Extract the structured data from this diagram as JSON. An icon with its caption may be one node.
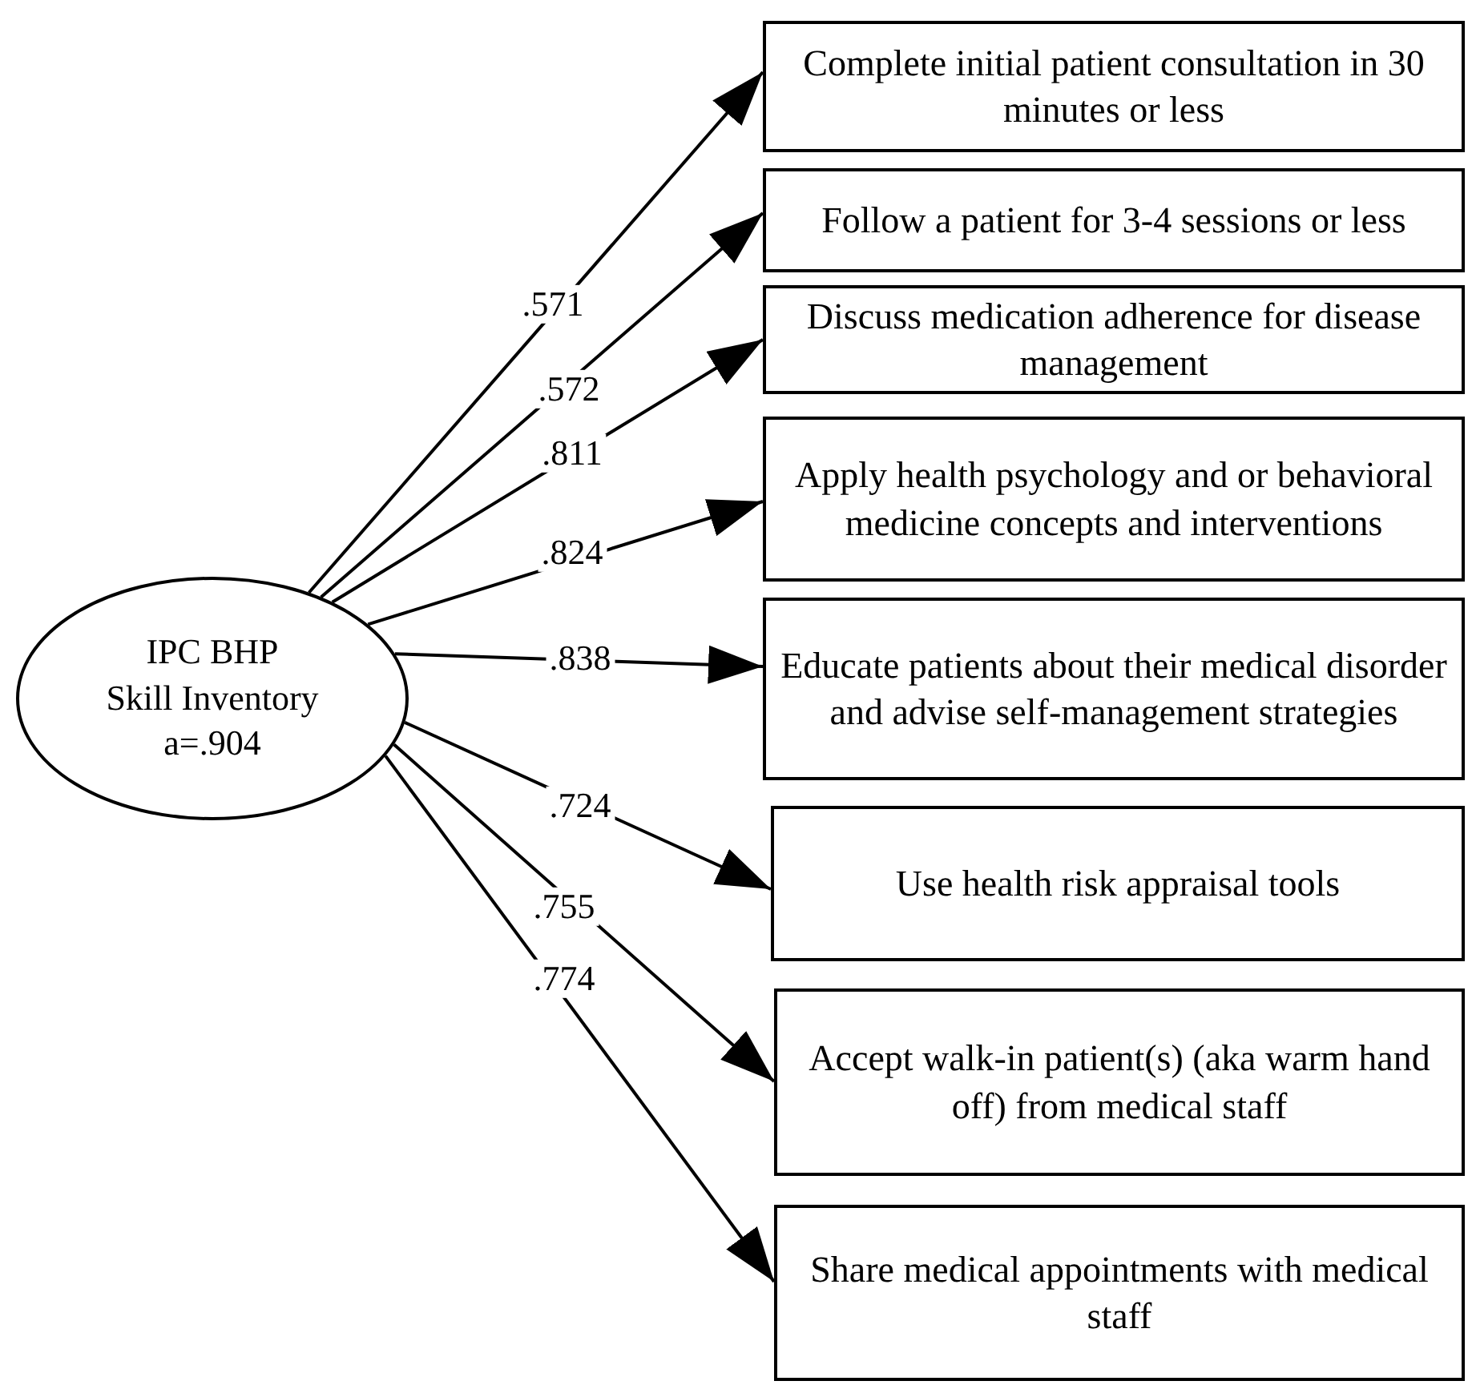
{
  "diagram": {
    "nodes": [
      {
        "text": [
          "IPC BHP",
          "Skill Inventory",
          "a=.904"
        ]
      },
      {
        "text": [
          "Complete initial patient consultation in 30 minutes or less"
        ]
      },
      {
        "text": [
          "Follow a patient for 3-4 sessions or less"
        ]
      },
      {
        "text": [
          "Discuss medication adherence for disease management"
        ]
      },
      {
        "text": [
          "Apply health psychology and or behavioral medicine concepts and interventions"
        ]
      },
      {
        "text": [
          "Educate patients about their medical disorder and advise self-management strategies"
        ]
      },
      {
        "text": [
          "Use health risk appraisal tools"
        ]
      },
      {
        "text": [
          "Accept walk-in patient(s) (aka warm hand off) from medical staff"
        ]
      },
      {
        "text": [
          "Share medical appointments with medical staff"
        ]
      }
    ],
    "edges": [
      {
        "from": 0,
        "to": 1,
        "arrow": "to",
        "label": ".571"
      },
      {
        "from": 0,
        "to": 2,
        "arrow": "to",
        "label": ".572"
      },
      {
        "from": 0,
        "to": 3,
        "arrow": "to",
        "label": ".811"
      },
      {
        "from": 0,
        "to": 4,
        "arrow": "to",
        "label": ".824"
      },
      {
        "from": 0,
        "to": 5,
        "arrow": "to",
        "label": ".838"
      },
      {
        "from": 0,
        "to": 6,
        "arrow": "to",
        "label": ".724"
      },
      {
        "from": 0,
        "to": 7,
        "arrow": "to",
        "label": ".755"
      },
      {
        "from": 0,
        "to": 8,
        "arrow": "to",
        "label": ".774"
      }
    ]
  }
}
